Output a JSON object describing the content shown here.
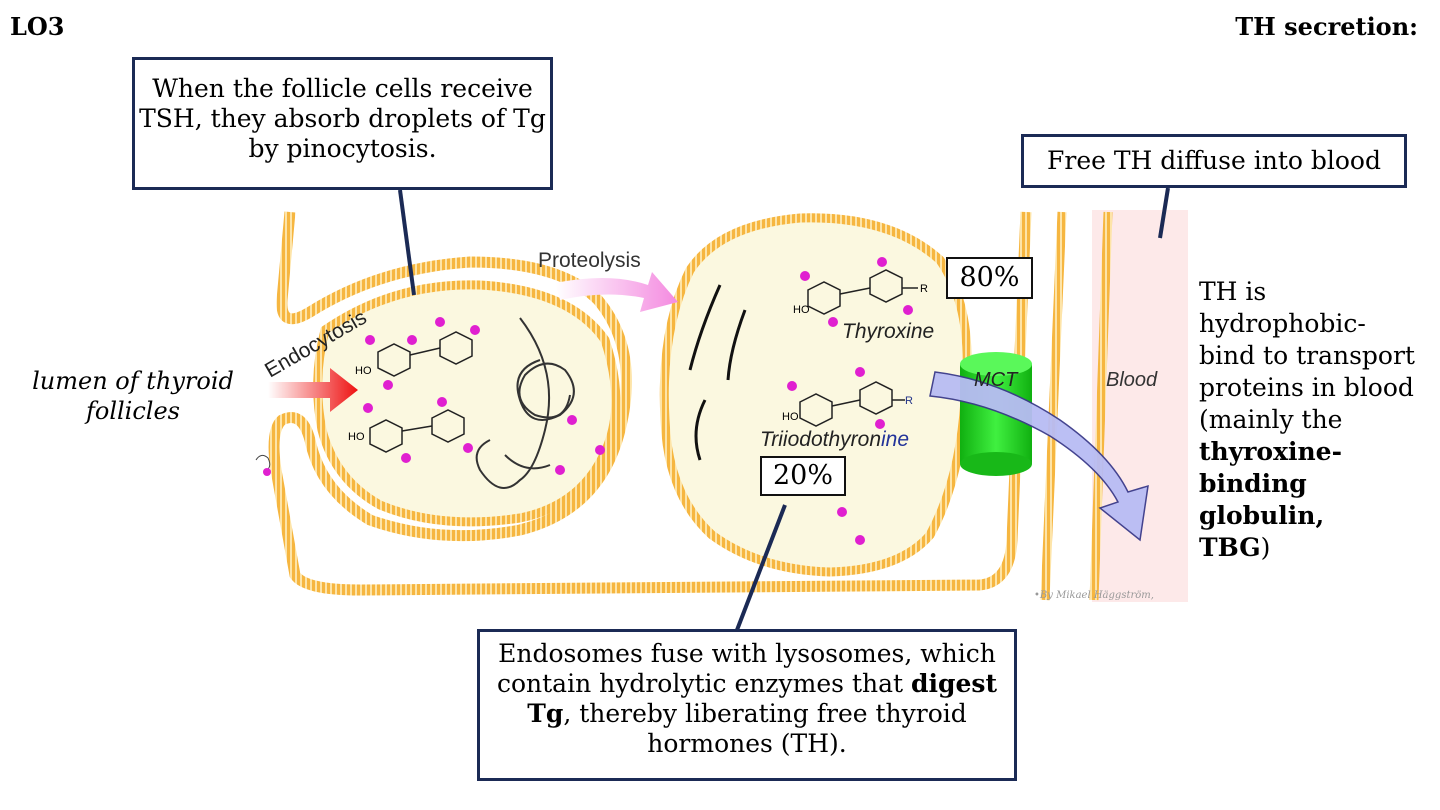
{
  "header": {
    "left": "LO3",
    "right": "TH secretion:"
  },
  "callouts": {
    "pinocytosis": "When the follicle cells receive TSH, they absorb droplets of Tg by pinocytosis.",
    "diffuse": "Free TH diffuse into blood",
    "lysosome_pre": "Endosomes fuse with lysosomes, which contain hydrolytic enzymes that ",
    "lysosome_bold": "digest Tg",
    "lysosome_post": ", thereby liberating free thyroid hormones (TH)."
  },
  "percentages": {
    "thyroxine": "80%",
    "triiodothyronine": "20%"
  },
  "lumen": {
    "line1": "lumen of thyroid",
    "line2": "follicles"
  },
  "diagram_labels": {
    "endocytosis": "Endocytosis",
    "proteolysis": "Proteolysis",
    "thyroxine": "Thyroxine",
    "triiodo_a": "Triiodothyron",
    "triiodo_b": "ine",
    "mct": "MCT",
    "blood": "Blood",
    "credit": "•By Mikael Häggström,",
    "ho": "HO",
    "r": "R"
  },
  "side_note": {
    "line1": "TH is",
    "line2": "hydrophobic-",
    "line3": "bind to transport",
    "line4": "proteins in blood",
    "line5": "(mainly the",
    "bold1": "thyroxine-",
    "bold2": "binding",
    "bold3": "globulin,",
    "bold4": "TBG",
    "tail": ")"
  },
  "colors": {
    "membrane": "#f0a830",
    "cytoplasm": "#fbf8e0",
    "blood_vessel": "#fde9e9",
    "callout_border": "#1b2a55",
    "iodine": "#e020d0",
    "endocytosis_arrow": "#ee1111",
    "proteolysis_arrow": "#f48ae0",
    "mct": "#22dd22",
    "export_arrow": "#b8bcf4"
  }
}
